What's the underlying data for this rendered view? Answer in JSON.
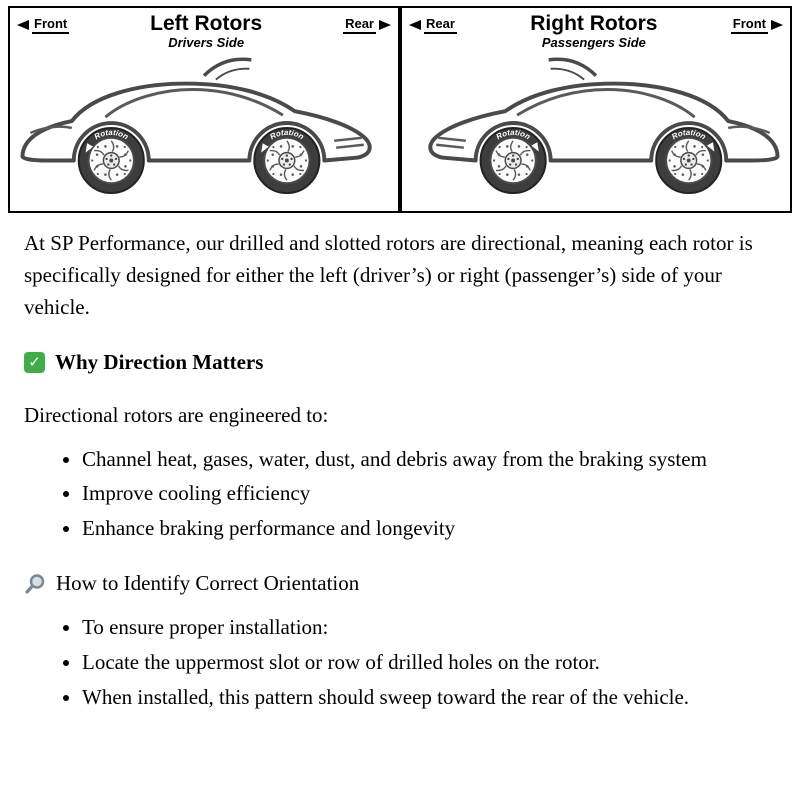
{
  "diagram": {
    "panels": [
      {
        "title": "Left Rotors",
        "subtitle": "Drivers Side",
        "corner_left": "Front",
        "corner_right": "Rear",
        "rotation_label": "Rotation"
      },
      {
        "title": "Right Rotors",
        "subtitle": "Passengers Side",
        "corner_left": "Rear",
        "corner_right": "Front",
        "rotation_label": "Rotation"
      }
    ]
  },
  "article": {
    "intro": "At SP Performance, our drilled and slotted rotors are directional, meaning each rotor is specifically designed for either the left (driver’s) or right (passenger’s) side of your vehicle.",
    "section_direction": {
      "icon": "check-icon",
      "heading": "Why Direction Matters",
      "lead": "Directional rotors are engineered to:",
      "bullets": [
        "Channel heat, gases, water, dust, and debris away from the braking system",
        "Improve cooling efficiency",
        "Enhance braking performance and longevity"
      ]
    },
    "section_orientation": {
      "icon": "magnifier-icon",
      "heading": "How to Identify Correct Orientation",
      "bullets": [
        "To ensure proper installation:",
        "Locate the uppermost slot or row of drilled holes on the rotor.",
        "When installed, this pattern should sweep toward the rear of the vehicle."
      ]
    }
  },
  "colors": {
    "check_green": "#3fae49",
    "magnifier_gray": "#7b8794",
    "line_art_gray": "#4a4a4a"
  }
}
